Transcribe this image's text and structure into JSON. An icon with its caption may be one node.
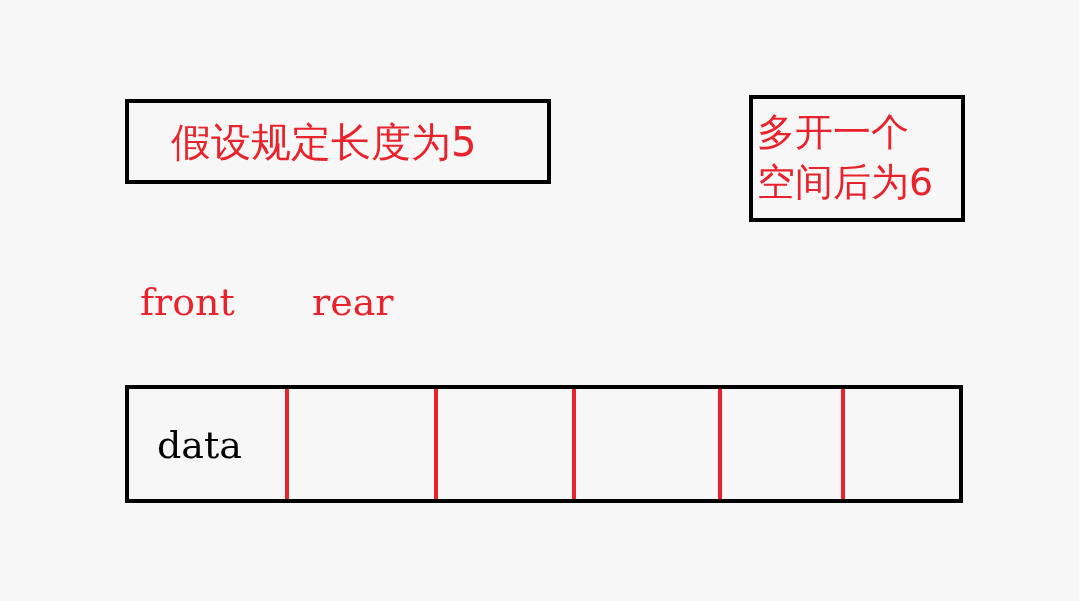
{
  "diagram": {
    "nodes": [
      {
        "text": [
          "假设规定长度为5"
        ]
      },
      {
        "text": [
          "多开一个空间后为6"
        ]
      },
      {
        "text": [],
        "shape": "box"
      },
      {
        "text": [
          "data"
        ],
        "in": 2
      },
      {
        "text": [],
        "shape": "box",
        "in": 2
      },
      {
        "text": [],
        "shape": "box",
        "in": 2
      },
      {
        "text": [],
        "shape": "box",
        "in": 2
      },
      {
        "text": [],
        "shape": "box",
        "in": 2
      },
      {
        "text": [],
        "shape": "box",
        "in": 2
      }
    ],
    "labels": [
      "front",
      "rear"
    ]
  }
}
